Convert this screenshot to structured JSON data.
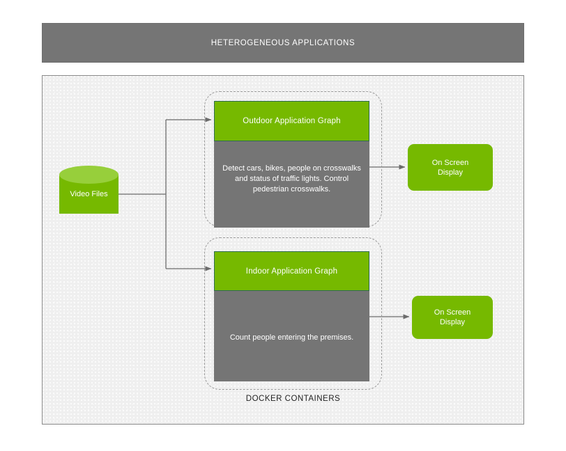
{
  "header": {
    "title": "HETEROGENEOUS APPLICATIONS"
  },
  "source": {
    "label": "Video Files",
    "shape": "cylinder-icon"
  },
  "containers": {
    "caption": "DOCKER CONTAINERS",
    "items": [
      {
        "name": "outdoor",
        "head": "Outdoor Application Graph",
        "body": "Detect cars, bikes, people on crosswalks and status of traffic lights. Control pedestrian crosswalks.",
        "output": "On Screen\nDisplay"
      },
      {
        "name": "indoor",
        "head": "Indoor Application Graph",
        "body": "Count people entering the premises.",
        "output": "On Screen\nDisplay"
      }
    ]
  },
  "outputs": [
    {
      "label_line1": "On Screen",
      "label_line2": "Display"
    },
    {
      "label_line1": "On Screen",
      "label_line2": "Display"
    }
  ],
  "colors": {
    "brand_green": "#76b900",
    "cylinder_top": "#97cf3b",
    "gray_panel": "#757575",
    "frame_bg": "#efefef",
    "connector": "#6b6b6b",
    "dashed_border": "#9a9a9a"
  }
}
